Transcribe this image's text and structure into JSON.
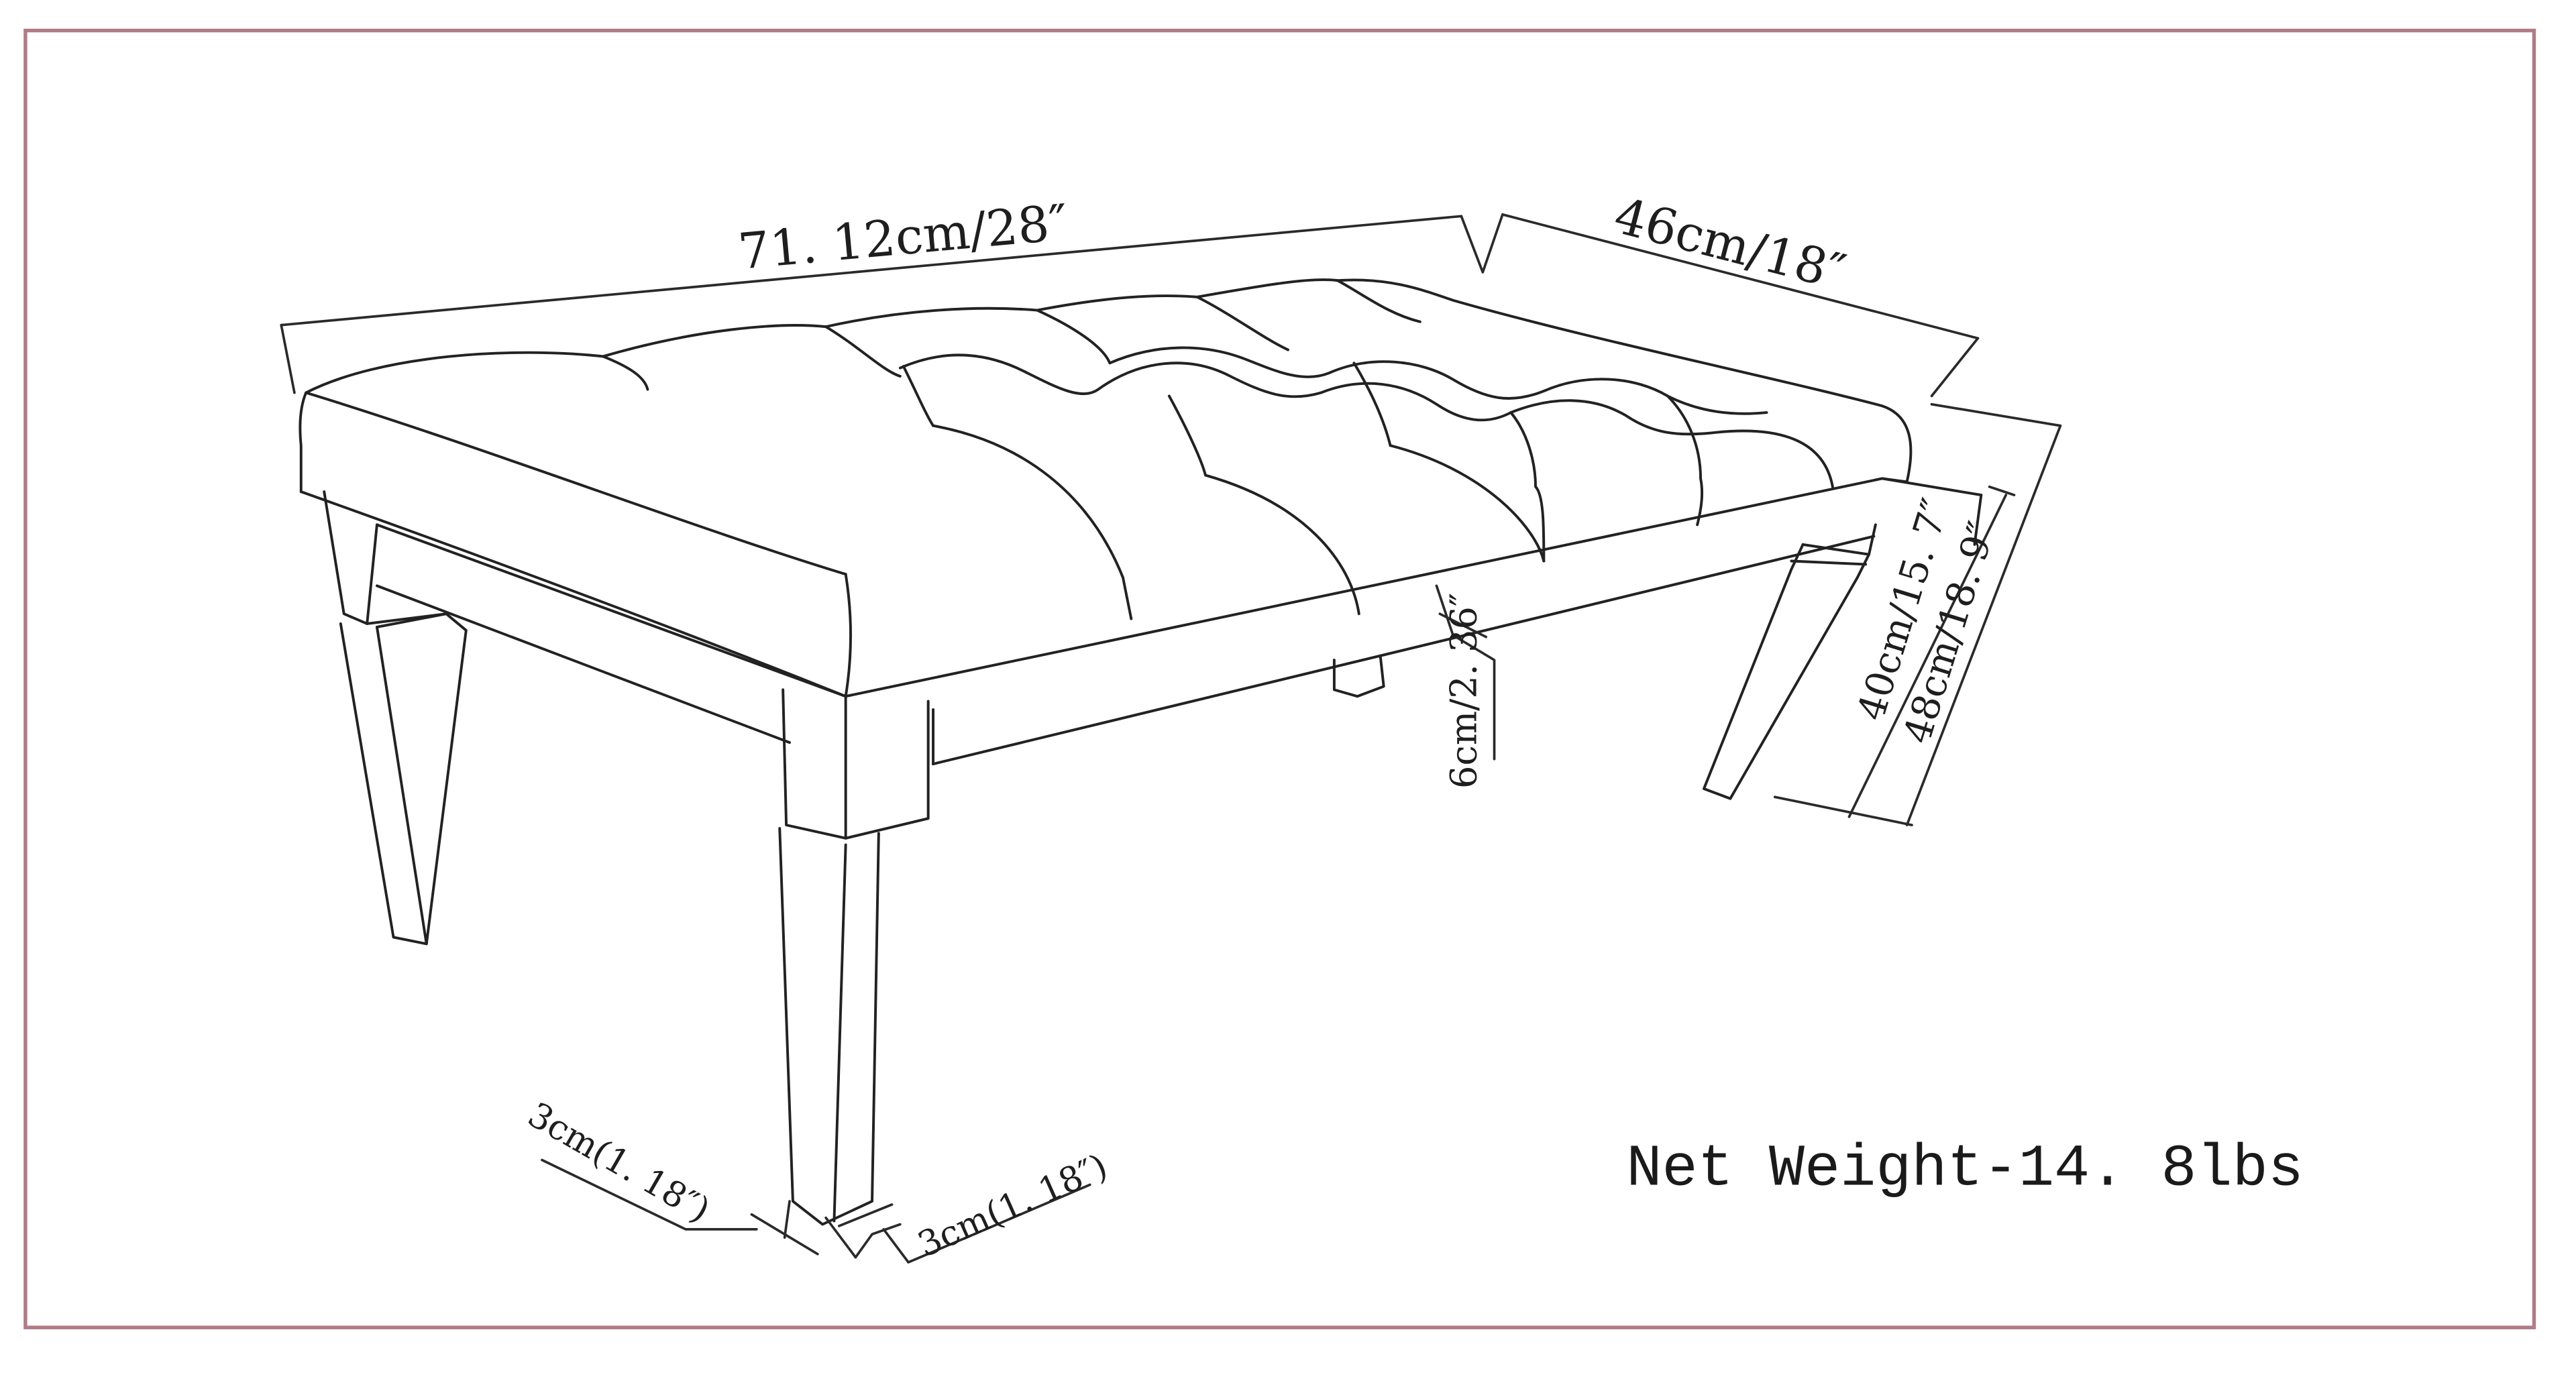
{
  "diagram": {
    "subject": "Tufted upholstered bench with tapered legs — dimension line drawing",
    "frame_color": "#b07b86",
    "line_color": "#222222",
    "background": "#ffffff"
  },
  "dimensions": {
    "length": "71. 12cm/28″",
    "depth": "46cm/18″",
    "seat_height": "40cm/15. 7″",
    "total_height": "48cm/18. 9″",
    "apron_height": "6cm/2. 36″",
    "leg_width_left": "3cm(1. 18″)",
    "leg_width_right": "3cm(1. 18″)"
  },
  "net_weight": "Net Weight-14. 8lbs"
}
